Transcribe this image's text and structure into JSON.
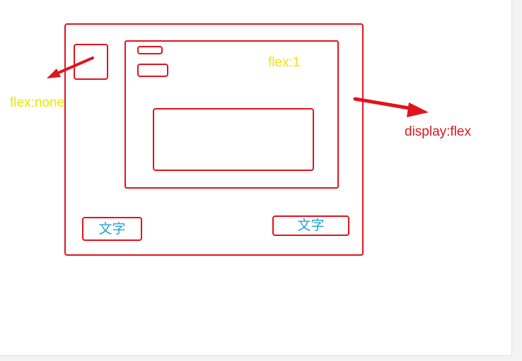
{
  "diagram": {
    "labels": {
      "flex_one": "flex:1",
      "flex_none": "flex:none",
      "display_flex": "display:flex"
    },
    "buttons": {
      "left_text": "文字",
      "right_text": "文字"
    },
    "colors": {
      "outline": "#e0141e",
      "yellow_label": "#f2e500",
      "red_label": "#e0141e",
      "button_text": "#1fa4d8"
    }
  }
}
